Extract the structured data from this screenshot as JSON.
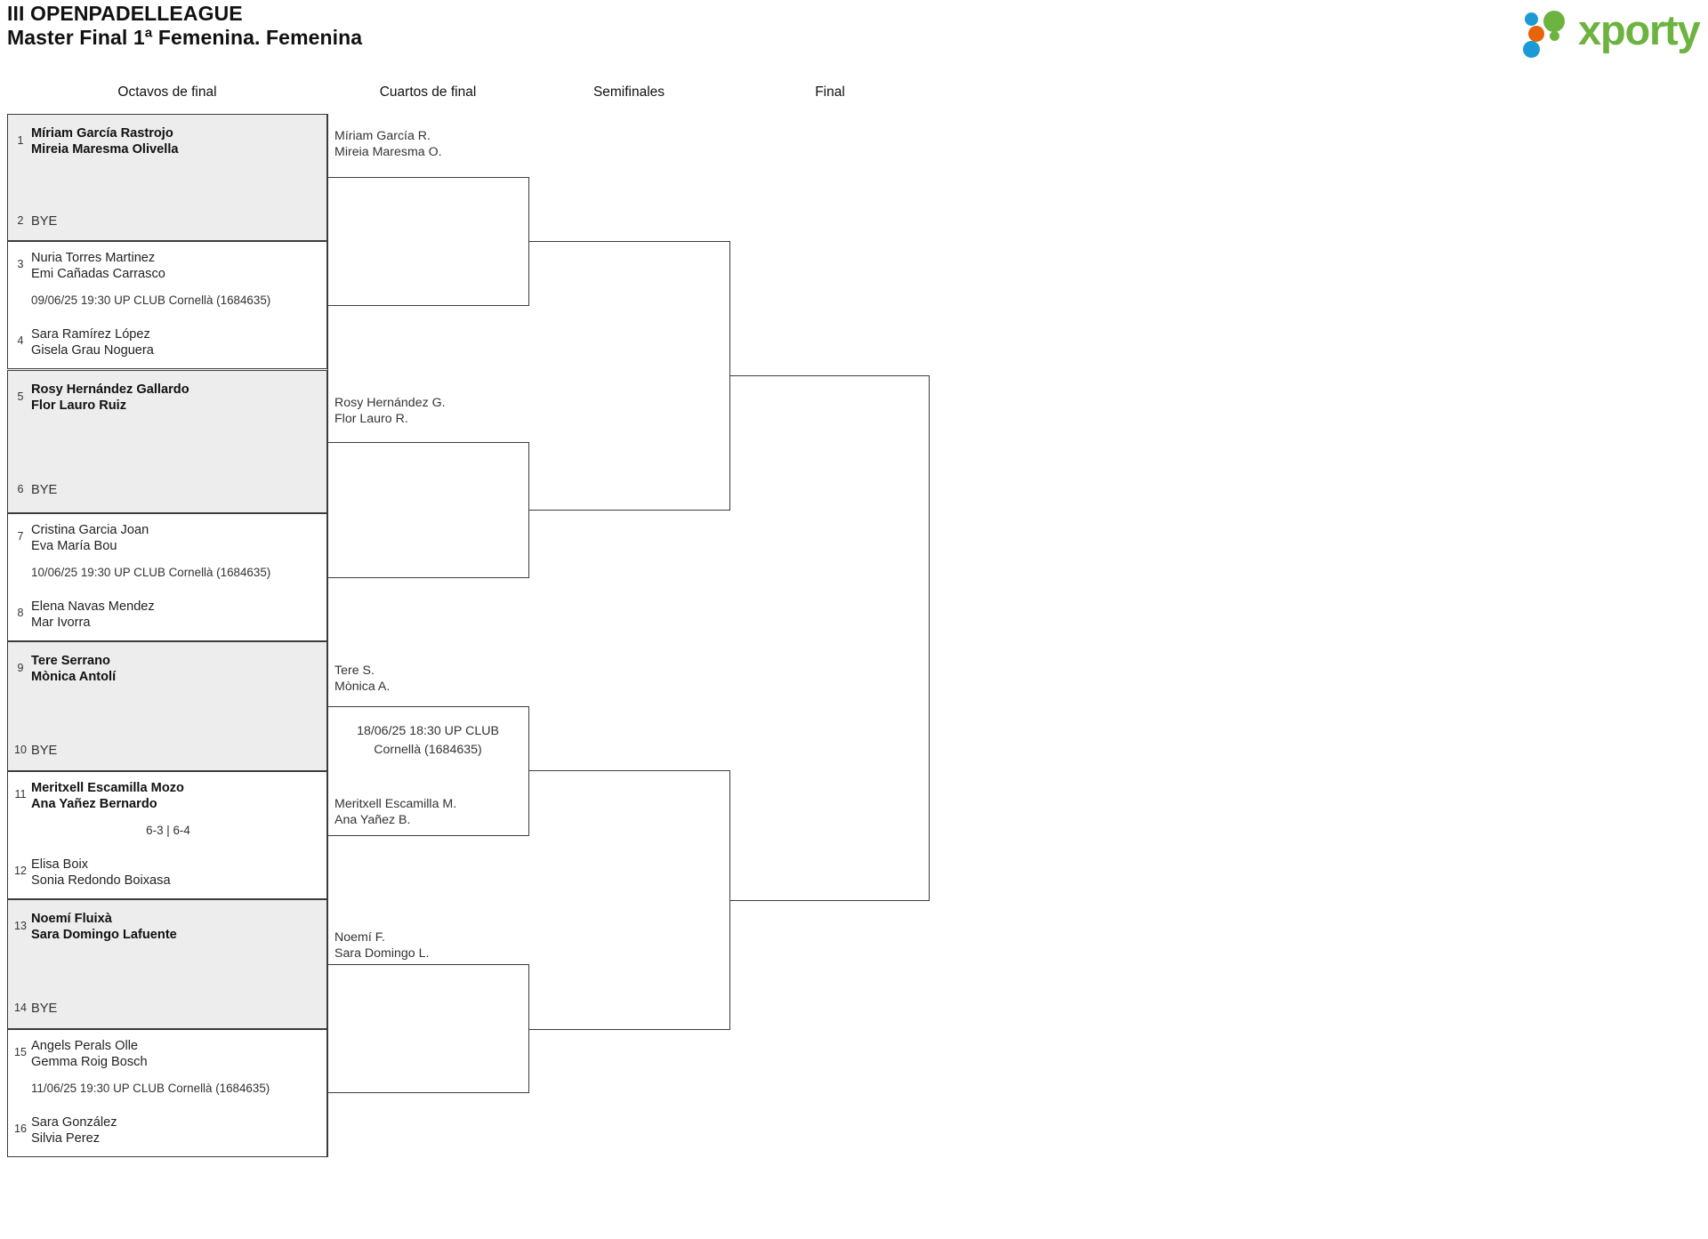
{
  "header": {
    "tournament": "III OPENPADELLEAGUE",
    "category": "Master Final 1ª Femenina. Femenina",
    "logo": {
      "wordmark": "xporty",
      "dot_colors": [
        "#1b9ad6",
        "#e8630a",
        "#6cb33f"
      ]
    }
  },
  "rounds": [
    {
      "id": "r16",
      "label": "Octavos de final"
    },
    {
      "id": "qf",
      "label": "Cuartos de final"
    },
    {
      "id": "sf",
      "label": "Semifinales"
    },
    {
      "id": "f",
      "label": "Final"
    }
  ],
  "colors": {
    "shaded_row": "#ededed",
    "border": "#3c3c3c",
    "text": "#222222",
    "brand_green": "#6cb33f",
    "brand_blue": "#1b9ad6",
    "brand_orange": "#e8630a"
  },
  "round_of_16": [
    {
      "match": 1,
      "shaded": true,
      "top": {
        "seed": "1",
        "p1": "Míriam García Rastrojo",
        "p2": "Mireia Maresma Olivella",
        "winner": true
      },
      "bottom": {
        "seed": "2",
        "bye": "BYE"
      },
      "info": ""
    },
    {
      "match": 2,
      "shaded": false,
      "top": {
        "seed": "3",
        "p1": "Nuria Torres Martinez",
        "p2": "Emi Cañadas Carrasco",
        "winner": false
      },
      "bottom": {
        "seed": "4",
        "p1": "Sara Ramírez López",
        "p2": "Gisela Grau Noguera",
        "winner": false
      },
      "info": "09/06/25 19:30 UP CLUB Cornellà (1684635)"
    },
    {
      "match": 3,
      "shaded": true,
      "top": {
        "seed": "5",
        "p1": "Rosy Hernández Gallardo",
        "p2": "Flor Lauro Ruiz",
        "winner": true
      },
      "bottom": {
        "seed": "6",
        "bye": "BYE"
      },
      "info": ""
    },
    {
      "match": 4,
      "shaded": false,
      "top": {
        "seed": "7",
        "p1": "Cristina Garcia Joan",
        "p2": "Eva María Bou",
        "winner": false
      },
      "bottom": {
        "seed": "8",
        "p1": "Elena Navas Mendez",
        "p2": "Mar Ivorra",
        "winner": false
      },
      "info": "10/06/25 19:30 UP CLUB Cornellà (1684635)"
    },
    {
      "match": 5,
      "shaded": true,
      "top": {
        "seed": "9",
        "p1": "Tere Serrano",
        "p2": "Mònica Antolí",
        "winner": true
      },
      "bottom": {
        "seed": "10",
        "bye": "BYE"
      },
      "info": ""
    },
    {
      "match": 6,
      "shaded": false,
      "top": {
        "seed": "11",
        "p1": "Meritxell Escamilla Mozo",
        "p2": "Ana Yañez Bernardo",
        "winner": true
      },
      "bottom": {
        "seed": "12",
        "p1": "Elisa Boix",
        "p2": "Sonia Redondo Boixasa",
        "winner": false
      },
      "info": "6-3 | 6-4"
    },
    {
      "match": 7,
      "shaded": true,
      "top": {
        "seed": "13",
        "p1": "Noemí Fluixà",
        "p2": "Sara Domingo Lafuente",
        "winner": true
      },
      "bottom": {
        "seed": "14",
        "bye": "BYE"
      },
      "info": ""
    },
    {
      "match": 8,
      "shaded": false,
      "top": {
        "seed": "15",
        "p1": "Angels Perals Olle",
        "p2": "Gemma Roig Bosch",
        "winner": false
      },
      "bottom": {
        "seed": "16",
        "p1": "Sara González",
        "p2": "Silvia Perez",
        "winner": false
      },
      "info": "11/06/25 19:30 UP CLUB Cornellà (1684635)"
    }
  ],
  "quarter_finals": [
    {
      "match": 1,
      "entrant_top": {
        "p1": "Míriam García R.",
        "p2": "Mireia Maresma O."
      },
      "entrant_bottom": {
        "p1": "",
        "p2": ""
      },
      "info": ""
    },
    {
      "match": 2,
      "entrant_top": {
        "p1": "Rosy Hernández G.",
        "p2": "Flor Lauro R."
      },
      "entrant_bottom": {
        "p1": "",
        "p2": ""
      },
      "info": ""
    },
    {
      "match": 3,
      "entrant_top": {
        "p1": "Tere S.",
        "p2": "Mònica A."
      },
      "entrant_bottom": {
        "p1": "Meritxell Escamilla M.",
        "p2": "Ana Yañez B."
      },
      "info_line1": "18/06/25 18:30 UP CLUB",
      "info_line2": "Cornellà (1684635)"
    },
    {
      "match": 4,
      "entrant_top": {
        "p1": "Noemí F.",
        "p2": "Sara Domingo L."
      },
      "entrant_bottom": {
        "p1": "",
        "p2": ""
      },
      "info": ""
    }
  ],
  "semi_finals": [
    {
      "match": 1,
      "entrant_top": {
        "p1": "",
        "p2": ""
      },
      "entrant_bottom": {
        "p1": "",
        "p2": ""
      },
      "info": ""
    },
    {
      "match": 2,
      "entrant_top": {
        "p1": "",
        "p2": ""
      },
      "entrant_bottom": {
        "p1": "",
        "p2": ""
      },
      "info": ""
    }
  ],
  "final": [
    {
      "match": 1,
      "entrant_top": {
        "p1": "",
        "p2": ""
      },
      "entrant_bottom": {
        "p1": "",
        "p2": ""
      },
      "info": ""
    }
  ]
}
